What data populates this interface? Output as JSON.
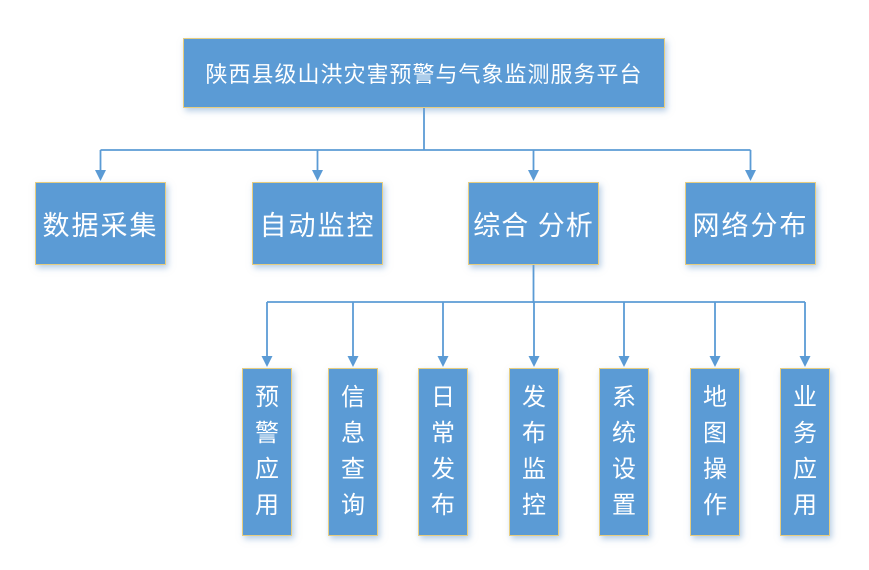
{
  "diagram": {
    "tree": {
      "label": "陕西县级山洪灾害预警与气象监测服务平台",
      "children": [
        {
          "label": "数据采集"
        },
        {
          "label": "自动监控"
        },
        {
          "label": "综合 分析",
          "children": [
            {
              "label": "预警应用"
            },
            {
              "label": "信息查询"
            },
            {
              "label": "日常发布"
            },
            {
              "label": "发布监控"
            },
            {
              "label": "系统设置"
            },
            {
              "label": "地图操作"
            },
            {
              "label": "业务应用"
            }
          ]
        },
        {
          "label": "网络分布"
        }
      ]
    },
    "colors": {
      "node_fill": "#5B9BD5",
      "node_border": "#E6CD80",
      "connector": "#5B9BD5",
      "node_text": "#FFFFFF",
      "background": "#FFFFFF"
    }
  }
}
